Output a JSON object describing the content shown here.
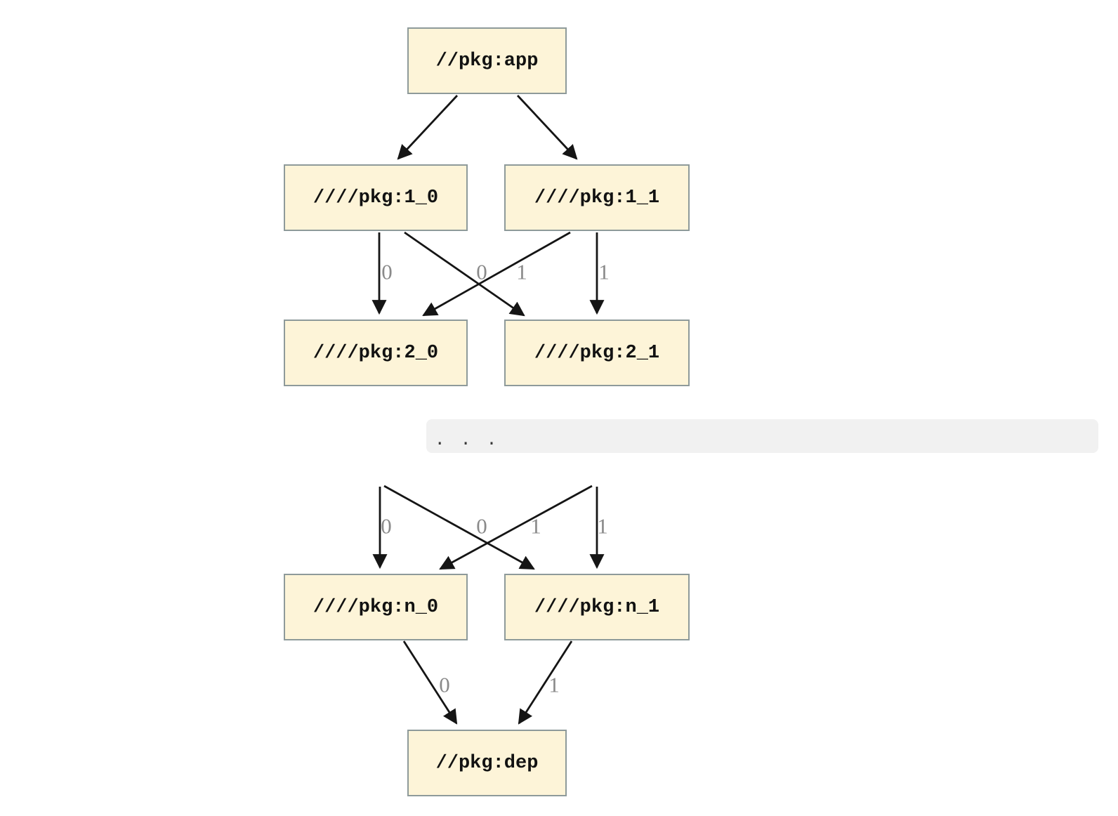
{
  "graph": {
    "nodes": [
      {
        "id": "app",
        "label": "//pkg:app"
      },
      {
        "id": "1_0",
        "label": "////pkg:1_0"
      },
      {
        "id": "1_1",
        "label": "////pkg:1_1"
      },
      {
        "id": "2_0",
        "label": "////pkg:2_0"
      },
      {
        "id": "2_1",
        "label": "////pkg:2_1"
      },
      {
        "id": "n_0",
        "label": "////pkg:n_0"
      },
      {
        "id": "n_1",
        "label": "////pkg:n_1"
      },
      {
        "id": "dep",
        "label": "//pkg:dep"
      }
    ],
    "edges": [
      {
        "from": "//pkg:app",
        "to": "////pkg:1_0",
        "label": ""
      },
      {
        "from": "//pkg:app",
        "to": "////pkg:1_1",
        "label": ""
      },
      {
        "from": "////pkg:1_0",
        "to": "////pkg:2_0",
        "label": "0"
      },
      {
        "from": "////pkg:1_1",
        "to": "////pkg:2_0",
        "label": "0"
      },
      {
        "from": "////pkg:1_0",
        "to": "////pkg:2_1",
        "label": "1"
      },
      {
        "from": "////pkg:1_1",
        "to": "////pkg:2_1",
        "label": "1"
      },
      {
        "from": "…",
        "to": "////pkg:n_0",
        "label": "0"
      },
      {
        "from": "…",
        "to": "////pkg:n_0",
        "label": "0"
      },
      {
        "from": "…",
        "to": "////pkg:n_1",
        "label": "1"
      },
      {
        "from": "…",
        "to": "////pkg:n_1",
        "label": "1"
      },
      {
        "from": "////pkg:n_0",
        "to": "//pkg:dep",
        "label": "0"
      },
      {
        "from": "////pkg:n_1",
        "to": "//pkg:dep",
        "label": "1"
      }
    ],
    "ellipsis": ". . .",
    "colors": {
      "background": "#ffffff",
      "node_fill": "#fdf4d8",
      "node_border": "#8e9a9a",
      "edge": "#151515",
      "edge_label": "#8a8a8a",
      "code_block_bg": "#f1f1f1",
      "code_block_text": "#3a3a3a"
    }
  }
}
